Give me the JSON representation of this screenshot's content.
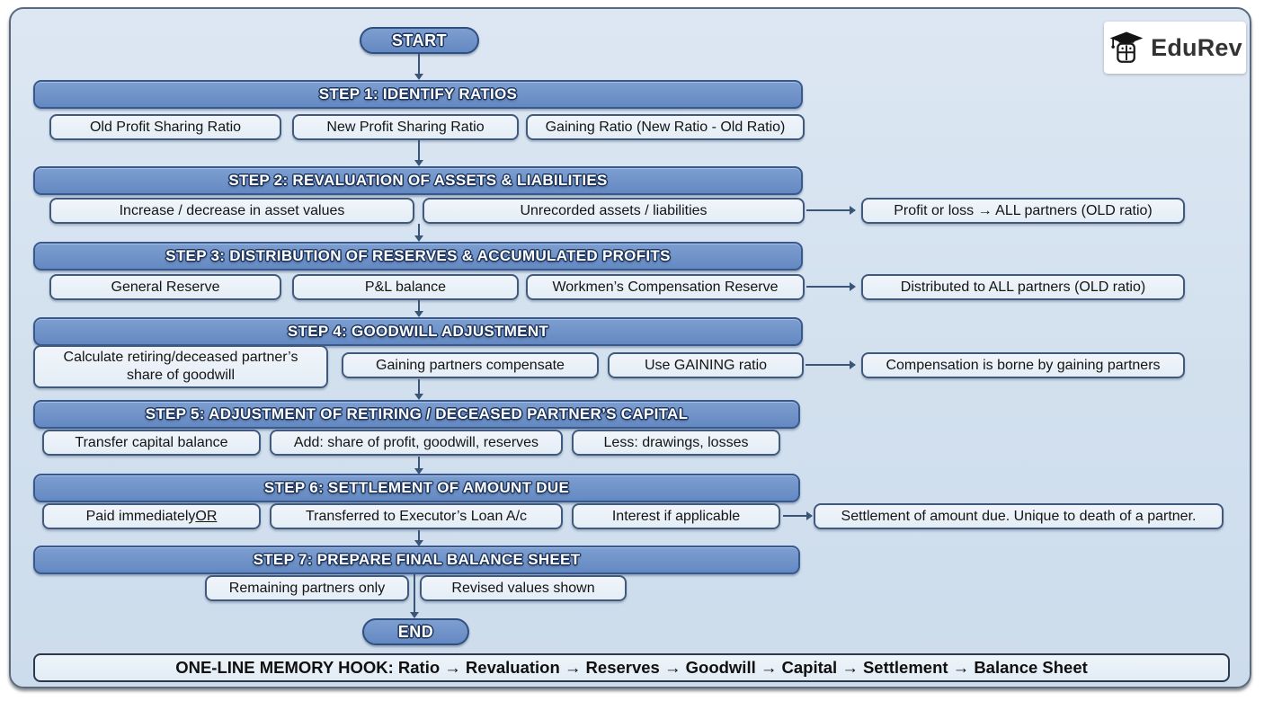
{
  "colors": {
    "frame_fill": "#d2e0ee",
    "frame_border": "#5b6b7e",
    "bar_fill": "#6d92c8",
    "bar_border": "#38598f",
    "bar_text": "#ffffff",
    "bar_text_outline": "#1d355e",
    "box_fill": "#eaf1f8",
    "box_border": "#41597c",
    "box_text": "#141414",
    "arrow": "#3a5578"
  },
  "logo": {
    "text": "EduRev",
    "icon": "graduation-cap-icon"
  },
  "flow": {
    "start_label": "START",
    "end_label": "END",
    "steps": [
      {
        "title": "STEP 1: IDENTIFY RATIOS",
        "items": [
          "Old Profit Sharing Ratio",
          "New Profit Sharing Ratio",
          "Gaining Ratio (New Ratio - Old Ratio)"
        ]
      },
      {
        "title": "STEP 2: REVALUATION OF ASSETS & LIABILITIES",
        "items": [
          "Increase / decrease in asset values",
          "Unrecorded assets / liabilities"
        ],
        "side_note": "Profit or loss → ALL partners (OLD ratio)"
      },
      {
        "title": "STEP 3: DISTRIBUTION OF RESERVES & ACCUMULATED PROFITS",
        "items": [
          "General Reserve",
          "P&L balance",
          "Workmen’s Compensation Reserve"
        ],
        "side_note": "Distributed to ALL partners (OLD ratio)"
      },
      {
        "title": "STEP 4: GOODWILL ADJUSTMENT",
        "items": [
          "Calculate retiring/deceased partner’s share of goodwill",
          "Gaining partners compensate",
          "Use GAINING ratio"
        ],
        "side_note": "Compensation is borne by gaining partners"
      },
      {
        "title": "STEP 5: ADJUSTMENT OF RETIRING / DECEASED PARTNER’S CAPITAL",
        "items": [
          "Transfer capital balance",
          "Add: share of profit, goodwill, reserves",
          "Less: drawings, losses"
        ]
      },
      {
        "title": "STEP 6: SETTLEMENT OF AMOUNT DUE",
        "items": [
          {
            "text": "Paid immediately ",
            "underlined": "OR"
          },
          "Transferred to Executor’s Loan A/c",
          "Interest if applicable"
        ],
        "side_note": "Settlement of amount due. Unique to death of a partner."
      },
      {
        "title": "STEP 7: PREPARE FINAL BALANCE SHEET",
        "items": [
          "Remaining partners only",
          "Revised values shown"
        ]
      }
    ],
    "memory_hook": "ONE-LINE MEMORY HOOK: Ratio → Revaluation → Reserves → Goodwill → Capital → Settlement → Balance Sheet"
  }
}
